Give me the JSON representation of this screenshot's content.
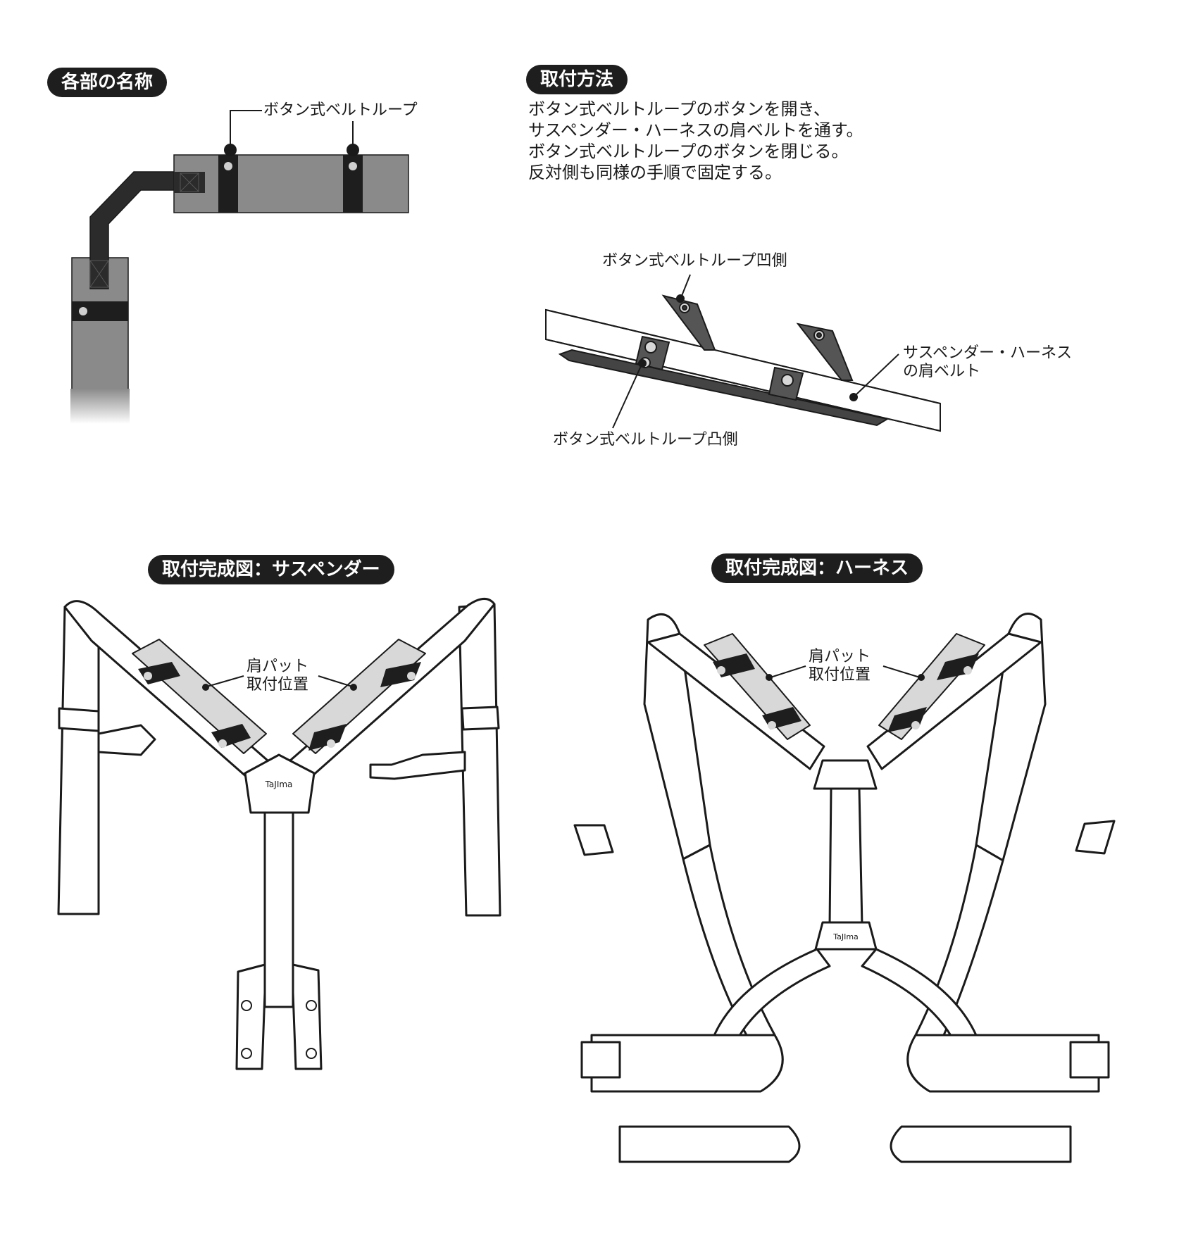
{
  "sections": {
    "parts_names": "各部の名称",
    "install_method": "取付方法",
    "complete_suspender": "取付完成図：サスペンダー",
    "complete_harness": "取付完成図：ハーネス"
  },
  "parts": {
    "button_loop": "ボタン式ベルトループ"
  },
  "instructions": [
    "ボタン式ベルトループのボタンを開き、",
    "サスペンダー・ハーネスの肩ベルトを通す。",
    "ボタン式ベルトループのボタンを閉じる。",
    "反対側も同様の手順で固定する。"
  ],
  "install_labels": {
    "loop_female": "ボタン式ベルトループ凹側",
    "loop_male": "ボタン式ベルトループ凸側",
    "shoulder_belt_line1": "サスペンダー・ハーネス",
    "shoulder_belt_line2": "の肩ベルト"
  },
  "position_label": {
    "line1": "肩パット",
    "line2": "取付位置"
  },
  "brand": "TaJIma",
  "colors": {
    "pill_bg": "#1e1e1e",
    "pad_gray": "#8a8a8a",
    "strap_dark": "#2b2b2b",
    "line": "#1a1a1a"
  }
}
